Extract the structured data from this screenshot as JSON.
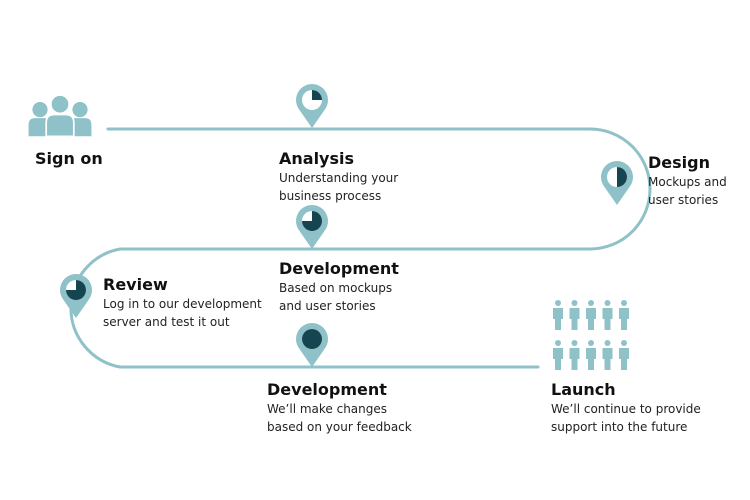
{
  "colors": {
    "path": "#8fc1c8",
    "marker": "#8fc1c8",
    "progress": "#164552",
    "icon": "#8fc1c8",
    "text": "#111111"
  },
  "icons": {
    "start": "group-people-icon",
    "end": "crowd-people-icon",
    "marker": "map-pin-icon"
  },
  "steps": [
    {
      "title": "Sign on",
      "description": []
    },
    {
      "title": "Analysis",
      "description": [
        "Understanding your",
        "business process"
      ],
      "progress": 0.25
    },
    {
      "title": "Design",
      "description": [
        "Mockups and",
        "user stories"
      ],
      "progress": 0.5
    },
    {
      "title": "Development",
      "description": [
        "Based on mockups",
        "and user stories"
      ],
      "progress": 0.75
    },
    {
      "title": "Review",
      "description": [
        "Log in to our development",
        "server and test it out"
      ],
      "progress": 0.75
    },
    {
      "title": "Development",
      "description": [
        "We’ll make changes",
        "based on your feedback"
      ],
      "progress": 1.0
    },
    {
      "title": "Launch",
      "description": [
        "We’ll continue to provide",
        "support into the future"
      ]
    }
  ]
}
